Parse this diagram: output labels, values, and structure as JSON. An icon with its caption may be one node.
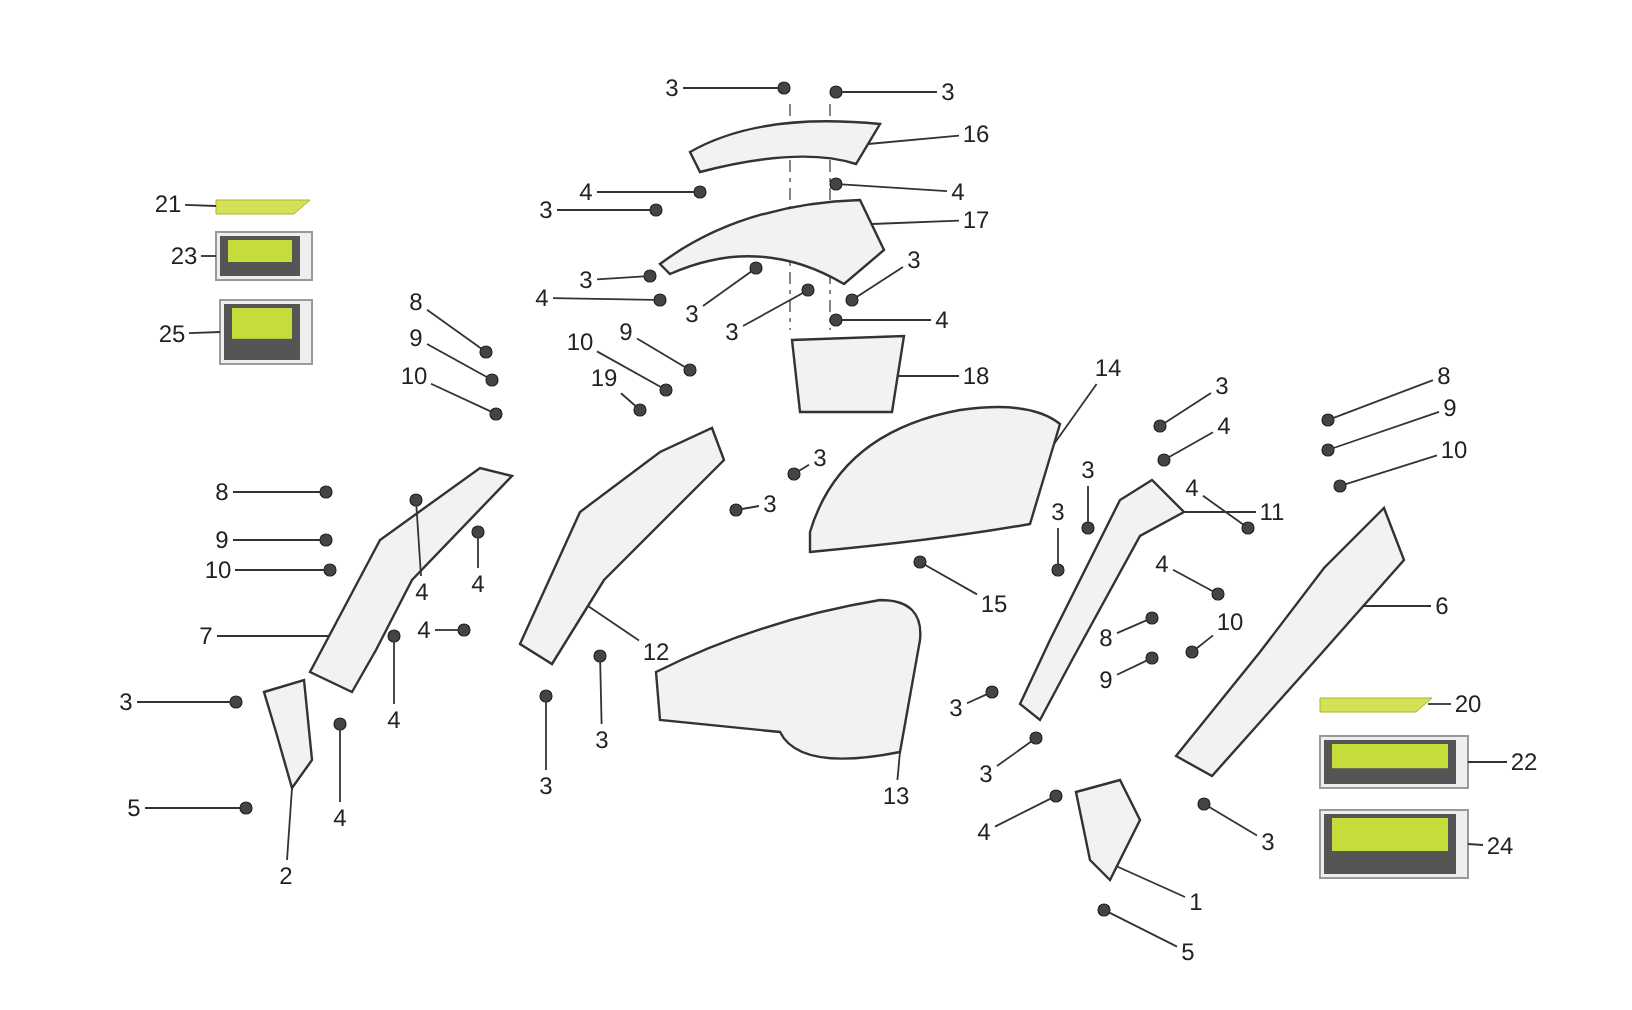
{
  "diagram": {
    "nodes": [
      {
        "text": [
          "3"
        ]
      },
      {
        "text": [
          "3"
        ]
      },
      {
        "text": [
          "16"
        ]
      },
      {
        "text": [
          "4"
        ]
      },
      {
        "text": [
          "4"
        ]
      },
      {
        "text": [
          "21"
        ]
      },
      {
        "text": [
          "3"
        ]
      },
      {
        "text": [
          "17"
        ]
      },
      {
        "text": [
          "23"
        ]
      },
      {
        "text": [
          "3"
        ]
      },
      {
        "text": [
          "3"
        ]
      },
      {
        "text": [
          "3"
        ]
      },
      {
        "text": [
          "4"
        ]
      },
      {
        "text": [
          "3"
        ]
      },
      {
        "text": [
          "4"
        ]
      },
      {
        "text": [
          "25"
        ]
      },
      {
        "text": [
          "8"
        ]
      },
      {
        "text": [
          "9"
        ]
      },
      {
        "text": [
          "9"
        ]
      },
      {
        "text": [
          "10"
        ]
      },
      {
        "text": [
          "10"
        ]
      },
      {
        "text": [
          "19"
        ]
      },
      {
        "text": [
          "18"
        ]
      },
      {
        "text": [
          "14"
        ]
      },
      {
        "text": [
          "3"
        ]
      },
      {
        "text": [
          "8"
        ]
      },
      {
        "text": [
          "4"
        ]
      },
      {
        "text": [
          "9"
        ]
      },
      {
        "text": [
          "3"
        ]
      },
      {
        "text": [
          "3"
        ]
      },
      {
        "text": [
          "10"
        ]
      },
      {
        "text": [
          "3"
        ]
      },
      {
        "text": [
          "3"
        ]
      },
      {
        "text": [
          "8"
        ]
      },
      {
        "text": [
          "4"
        ]
      },
      {
        "text": [
          "11"
        ]
      },
      {
        "text": [
          "9"
        ]
      },
      {
        "text": [
          "10"
        ]
      },
      {
        "text": [
          "4"
        ]
      },
      {
        "text": [
          "4"
        ]
      },
      {
        "text": [
          "15"
        ]
      },
      {
        "text": [
          "4"
        ]
      },
      {
        "text": [
          "6"
        ]
      },
      {
        "text": [
          "8"
        ]
      },
      {
        "text": [
          "7"
        ]
      },
      {
        "text": [
          "4"
        ]
      },
      {
        "text": [
          "12"
        ]
      },
      {
        "text": [
          "10"
        ]
      },
      {
        "text": [
          "9"
        ]
      },
      {
        "text": [
          "3"
        ]
      },
      {
        "text": [
          "3"
        ]
      },
      {
        "text": [
          "4"
        ]
      },
      {
        "text": [
          "20"
        ]
      },
      {
        "text": [
          "3"
        ]
      },
      {
        "text": [
          "13"
        ]
      },
      {
        "text": [
          "3"
        ]
      },
      {
        "text": [
          "4"
        ]
      },
      {
        "text": [
          "22"
        ]
      },
      {
        "text": [
          "4"
        ]
      },
      {
        "text": [
          "5"
        ]
      },
      {
        "text": [
          "3"
        ]
      },
      {
        "text": [
          "3"
        ]
      },
      {
        "text": [
          "2"
        ]
      },
      {
        "text": [
          "24"
        ]
      },
      {
        "text": [
          "1"
        ]
      },
      {
        "text": [
          "5"
        ]
      },
      {
        "text": [],
        "shape": "picture"
      },
      {
        "text": [],
        "shape": "picture"
      },
      {
        "text": [],
        "shape": "picture"
      },
      {
        "text": [],
        "shape": "picture"
      },
      {
        "text": [],
        "shape": "picture"
      },
      {
        "text": [],
        "shape": "picture"
      },
      {
        "text": [],
        "shape": "picture"
      },
      {
        "text": [],
        "shape": "picture"
      },
      {
        "text": [],
        "shape": "picture"
      },
      {
        "text": [],
        "shape": "picture"
      },
      {
        "text": [],
        "shape": "picture"
      },
      {
        "text": [],
        "shape": "bar"
      },
      {
        "text": [],
        "shape": "picture"
      },
      {
        "text": [],
        "shape": "picture"
      },
      {
        "text": [],
        "shape": "bar"
      },
      {
        "text": [],
        "shape": "picture"
      },
      {
        "text": [],
        "shape": "picture"
      },
      {
        "text": [],
        "shape": "circle"
      },
      {
        "text": [],
        "shape": "circle"
      },
      {
        "text": [],
        "shape": "circle"
      },
      {
        "text": [],
        "shape": "circle"
      },
      {
        "text": [],
        "shape": "circle"
      },
      {
        "text": [],
        "shape": "circle"
      },
      {
        "text": [],
        "shape": "circle"
      },
      {
        "text": [],
        "shape": "circle"
      },
      {
        "text": [],
        "shape": "circle"
      },
      {
        "text": [],
        "shape": "circle"
      },
      {
        "text": [],
        "shape": "circle"
      },
      {
        "text": [],
        "shape": "circle"
      },
      {
        "text": [],
        "shape": "circle"
      },
      {
        "text": [],
        "shape": "circle"
      },
      {
        "text": [],
        "shape": "circle"
      },
      {
        "text": [],
        "shape": "circle"
      },
      {
        "text": [],
        "shape": "circle"
      },
      {
        "text": [],
        "shape": "circle"
      },
      {
        "text": [],
        "shape": "circle"
      },
      {
        "text": [],
        "shape": "circle"
      },
      {
        "text": [],
        "shape": "circle"
      },
      {
        "text": [],
        "shape": "circle"
      },
      {
        "text": [],
        "shape": "circle"
      },
      {
        "text": [],
        "shape": "circle"
      },
      {
        "text": [],
        "shape": "circle"
      },
      {
        "text": [],
        "shape": "circle"
      },
      {
        "text": [],
        "shape": "circle"
      },
      {
        "text": [],
        "shape": "circle"
      },
      {
        "text": [],
        "shape": "circle"
      },
      {
        "text": [],
        "shape": "circle"
      },
      {
        "text": [],
        "shape": "circle"
      },
      {
        "text": [],
        "shape": "circle"
      },
      {
        "text": [],
        "shape": "circle"
      },
      {
        "text": [],
        "shape": "circle"
      },
      {
        "text": [],
        "shape": "circle"
      },
      {
        "text": [],
        "shape": "circle"
      },
      {
        "text": [],
        "shape": "circle"
      },
      {
        "text": [],
        "shape": "circle"
      },
      {
        "text": [],
        "shape": "circle"
      },
      {
        "text": [],
        "shape": "circle"
      },
      {
        "text": [],
        "shape": "circle"
      },
      {
        "text": [],
        "shape": "circle"
      },
      {
        "text": [],
        "shape": "circle"
      },
      {
        "text": [],
        "shape": "circle"
      },
      {
        "text": [],
        "shape": "circle"
      },
      {
        "text": [],
        "shape": "circle"
      },
      {
        "text": [],
        "shape": "circle"
      },
      {
        "text": [],
        "shape": "circle"
      },
      {
        "text": [],
        "shape": "circle"
      }
    ],
    "edges": [
      {
        "from": 0,
        "to": 83,
        "arrow": "none"
      },
      {
        "from": 1,
        "to": 84,
        "arrow": "none"
      },
      {
        "from": 2,
        "to": 66,
        "arrow": "none"
      },
      {
        "from": 3,
        "to": 85,
        "arrow": "none"
      },
      {
        "from": 4,
        "to": 86,
        "arrow": "none"
      },
      {
        "from": 5,
        "to": 77,
        "arrow": "none"
      },
      {
        "from": 6,
        "to": 87,
        "arrow": "none"
      },
      {
        "from": 7,
        "to": 67,
        "arrow": "none"
      },
      {
        "from": 8,
        "to": 78,
        "arrow": "none"
      },
      {
        "from": 9,
        "to": 88,
        "arrow": "none"
      },
      {
        "from": 10,
        "to": 89,
        "arrow": "none"
      },
      {
        "from": 11,
        "to": 90,
        "arrow": "none"
      },
      {
        "from": 12,
        "to": 91,
        "arrow": "none"
      },
      {
        "from": 13,
        "to": 92,
        "arrow": "none"
      },
      {
        "from": 14,
        "to": 93,
        "arrow": "none"
      },
      {
        "from": 15,
        "to": 79,
        "arrow": "none"
      },
      {
        "from": 16,
        "to": 94,
        "arrow": "none"
      },
      {
        "from": 17,
        "to": 95,
        "arrow": "none"
      },
      {
        "from": 18,
        "to": 96,
        "arrow": "none"
      },
      {
        "from": 19,
        "to": 97,
        "arrow": "none"
      },
      {
        "from": 20,
        "to": 98,
        "arrow": "none"
      },
      {
        "from": 21,
        "to": 99,
        "arrow": "none"
      },
      {
        "from": 22,
        "to": 68,
        "arrow": "none"
      },
      {
        "from": 23,
        "to": 69,
        "arrow": "none"
      },
      {
        "from": 24,
        "to": 100,
        "arrow": "none"
      },
      {
        "from": 25,
        "to": 101,
        "arrow": "none"
      },
      {
        "from": 26,
        "to": 102,
        "arrow": "none"
      },
      {
        "from": 27,
        "to": 103,
        "arrow": "none"
      },
      {
        "from": 28,
        "to": 104,
        "arrow": "none"
      },
      {
        "from": 29,
        "to": 105,
        "arrow": "none"
      },
      {
        "from": 30,
        "to": 106,
        "arrow": "none"
      },
      {
        "from": 31,
        "to": 107,
        "arrow": "none"
      },
      {
        "from": 32,
        "to": 108,
        "arrow": "none"
      },
      {
        "from": 33,
        "to": 109,
        "arrow": "none"
      },
      {
        "from": 34,
        "to": 110,
        "arrow": "none"
      },
      {
        "from": 35,
        "to": 70,
        "arrow": "none"
      },
      {
        "from": 36,
        "to": 111,
        "arrow": "none"
      },
      {
        "from": 37,
        "to": 112,
        "arrow": "none"
      },
      {
        "from": 38,
        "to": 113,
        "arrow": "none"
      },
      {
        "from": 39,
        "to": 114,
        "arrow": "none"
      },
      {
        "from": 40,
        "to": 115,
        "arrow": "none"
      },
      {
        "from": 41,
        "to": 116,
        "arrow": "none"
      },
      {
        "from": 42,
        "to": 71,
        "arrow": "none"
      },
      {
        "from": 43,
        "to": 117,
        "arrow": "none"
      },
      {
        "from": 44,
        "to": 72,
        "arrow": "none"
      },
      {
        "from": 45,
        "to": 118,
        "arrow": "none"
      },
      {
        "from": 46,
        "to": 73,
        "arrow": "none"
      },
      {
        "from": 47,
        "to": 119,
        "arrow": "none"
      },
      {
        "from": 48,
        "to": 120,
        "arrow": "none"
      },
      {
        "from": 49,
        "to": 121,
        "arrow": "none"
      },
      {
        "from": 50,
        "to": 122,
        "arrow": "none"
      },
      {
        "from": 51,
        "to": 123,
        "arrow": "none"
      },
      {
        "from": 52,
        "to": 80,
        "arrow": "none"
      },
      {
        "from": 53,
        "to": 124,
        "arrow": "none"
      },
      {
        "from": 54,
        "to": 74,
        "arrow": "none"
      },
      {
        "from": 55,
        "to": 125,
        "arrow": "none"
      },
      {
        "from": 56,
        "to": 126,
        "arrow": "none"
      },
      {
        "from": 57,
        "to": 81,
        "arrow": "none"
      },
      {
        "from": 58,
        "to": 127,
        "arrow": "none"
      },
      {
        "from": 59,
        "to": 128,
        "arrow": "none"
      },
      {
        "from": 60,
        "to": 129,
        "arrow": "none"
      },
      {
        "from": 61,
        "to": 130,
        "arrow": "none"
      },
      {
        "from": 62,
        "to": 75,
        "arrow": "none"
      },
      {
        "from": 63,
        "to": 82,
        "arrow": "none"
      },
      {
        "from": 64,
        "to": 76,
        "arrow": "none"
      },
      {
        "from": 65,
        "to": 131,
        "arrow": "none"
      }
    ]
  }
}
